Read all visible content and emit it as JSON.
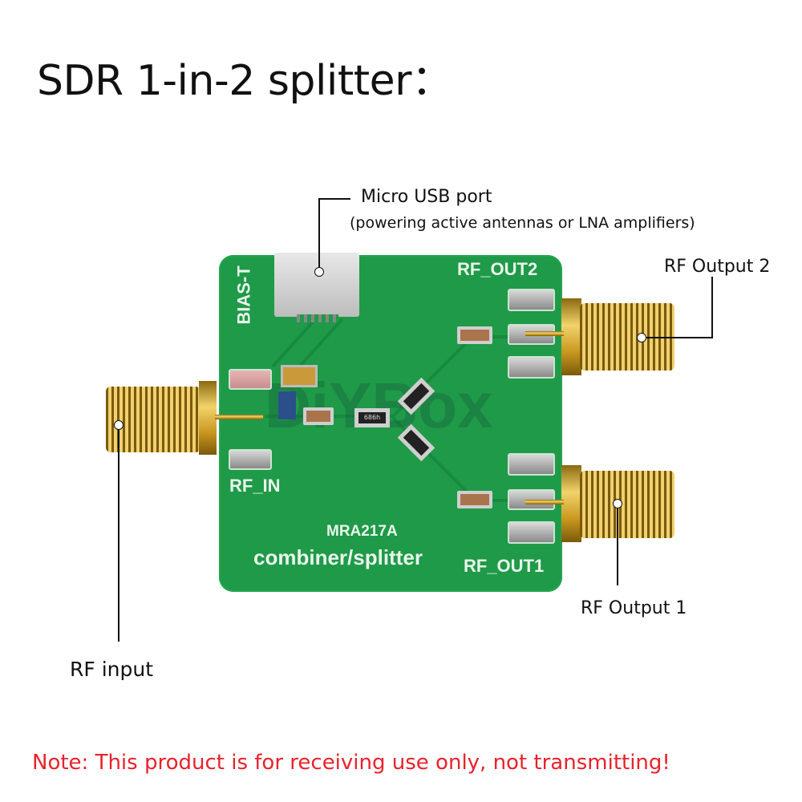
{
  "title": "SDR 1-in-2 splitter：",
  "callouts": {
    "usb": {
      "label": "Micro USB port",
      "sub": "(powering active antennas or LNA amplifiers)"
    },
    "out2": {
      "label": "RF Output 2"
    },
    "out1": {
      "label": "RF Output 1"
    },
    "input": {
      "label": "RF input"
    }
  },
  "pcb": {
    "bias_t": "BIAS-T",
    "rf_out2": "RF_OUT2",
    "rf_out1": "RF_OUT1",
    "rf_in": "RF_IN",
    "model": "MRA217A",
    "desc": "combiner/splitter",
    "resistor_code": "686h"
  },
  "watermark": "DiYBox",
  "note": "Note: This product is for receiving use only, not transmitting!",
  "colors": {
    "pcb": "#1f9a48",
    "note": "#e8222b"
  }
}
